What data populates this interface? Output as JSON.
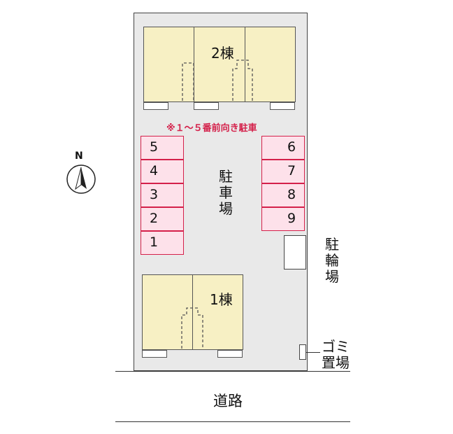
{
  "site": {
    "building_2_label": "2棟",
    "building_1_label": "1棟",
    "parking_note": "※１～５番前向き駐車",
    "parking_label": "駐車場",
    "bicycle_label": "駐輪場",
    "garbage_label_line1": "ゴミ",
    "garbage_label_line2": "置場",
    "road_label": "道路",
    "left_slots": [
      "5",
      "4",
      "3",
      "2",
      "1"
    ],
    "right_slots": [
      "6",
      "7",
      "8",
      "9"
    ],
    "compass_label": "N"
  },
  "colors": {
    "building_fill": "#f7f0c4",
    "slot_fill": "#fde1ea",
    "slot_border": "#d4204a",
    "note_color": "#d4204a",
    "site_fill": "#e9e9e9"
  }
}
